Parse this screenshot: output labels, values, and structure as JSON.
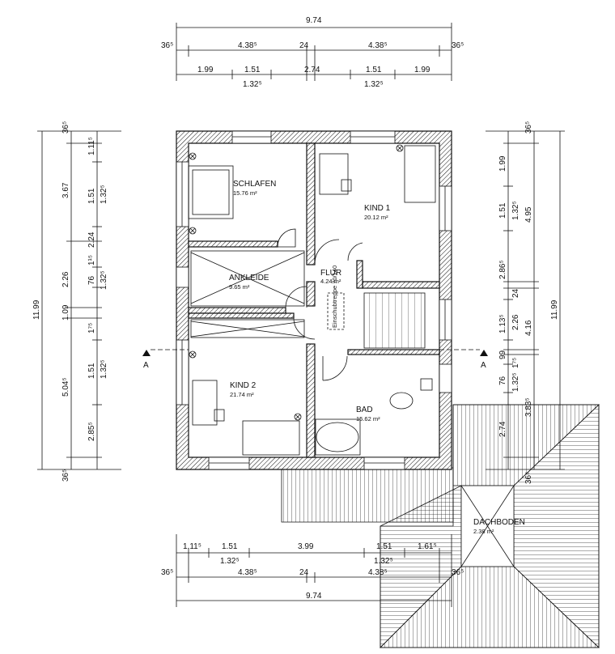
{
  "rooms": {
    "schlafen": {
      "name": "SCHLAFEN",
      "area": "15.76 m²"
    },
    "kind1": {
      "name": "KIND 1",
      "area": "20.12 m²"
    },
    "ankleide": {
      "name": "ANKLEIDE",
      "area": "9.65 m²"
    },
    "flur": {
      "name": "FLUR",
      "area": "4.24 m²"
    },
    "kind2": {
      "name": "KIND 2",
      "area": "21.74 m²"
    },
    "bad": {
      "name": "BAD",
      "area": "15.62 m²"
    },
    "dachboden": {
      "name": "DACHBODEN",
      "area": "2.38 m²"
    }
  },
  "stair_label": "Einschubtreppe 70/140",
  "section_marker": "A",
  "dims": {
    "top": {
      "total": "9.74",
      "row2": [
        "36⁵",
        "4.38⁵",
        "24",
        "4.38⁵",
        "36⁵"
      ],
      "row3": [
        "1.99",
        "1.51",
        "2.74",
        "1.51",
        "1.99"
      ],
      "row3_sub": [
        "1.32⁵",
        "1.32⁵"
      ]
    },
    "bottom": {
      "row1": [
        "1.11⁵",
        "1.51",
        "3.99",
        "1.51",
        "1.61⁵"
      ],
      "row1_sub": [
        "1.32⁵",
        "1.32⁵"
      ],
      "row2": [
        "36⁵",
        "4.38⁵",
        "24",
        "4.38⁵",
        "36⁵"
      ],
      "total": "9.74"
    },
    "left": {
      "total": "11.99",
      "col2": [
        "36⁵",
        "3.67",
        "2.26",
        "1.09",
        "5.04⁵",
        "36⁵"
      ],
      "col3": [
        "1.11⁵",
        "1.51",
        "2.24",
        "1¹⁵",
        "76",
        "1⁷⁵",
        "1.51",
        "2.85⁵"
      ],
      "col3_sub": [
        "1.32⁵",
        "1.32⁵",
        "1.32⁵"
      ]
    },
    "right": {
      "total": "11.99",
      "col2": [
        "36⁵",
        "4.95",
        "4.16",
        "3.83⁵",
        "36⁵"
      ],
      "col3": [
        "1.99",
        "1.51",
        "2.86⁵",
        "24",
        "1.13⁵",
        "2.26",
        "99",
        "1⁷⁵",
        "76",
        "2.74"
      ],
      "col3_sub": [
        "1.32⁵",
        "1.32⁵"
      ]
    }
  }
}
